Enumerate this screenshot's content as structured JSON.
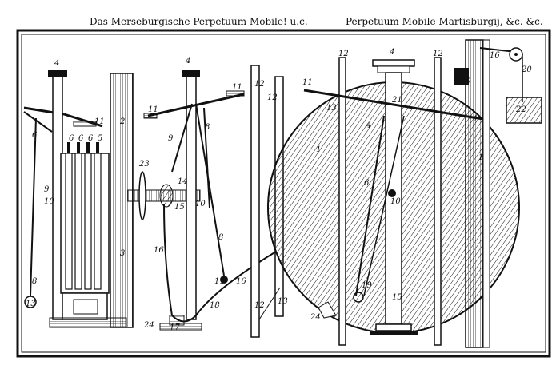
{
  "header": {
    "left_title": "Das Merseburgische Perpetuum Mobile! u.c.",
    "right_title": "Perpetuum Mobile Martisburgij, &c. &c."
  },
  "colors": {
    "ink": "#111111",
    "paper": "#ffffff"
  },
  "labels": {
    "l1": "1",
    "l2": "2",
    "l3": "3",
    "l4": "4",
    "l5": "5",
    "l6": "6",
    "l8": "8",
    "l9": "9",
    "l10": "10",
    "l11": "11",
    "l12": "12",
    "l13": "13",
    "l14": "14",
    "l15": "15",
    "l16": "16",
    "l17": "17",
    "l18": "18",
    "l19": "19",
    "l20": "20",
    "l21": "21",
    "l22": "22",
    "l23": "23",
    "l24": "24",
    "l25": "25"
  }
}
